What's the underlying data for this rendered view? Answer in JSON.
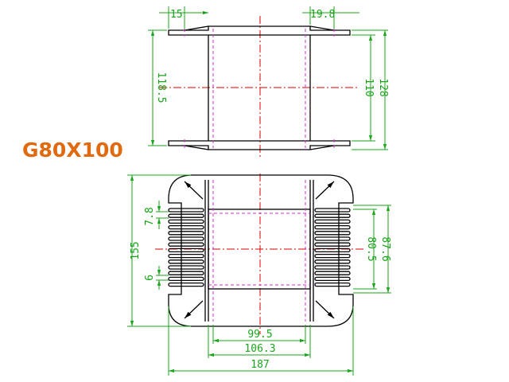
{
  "title": "G80X100",
  "dimensions": {
    "top_flange_width": "15",
    "top_flange_right": "19.8",
    "side_height_outer": "118.5",
    "right_height_inner": "110",
    "right_height_outer": "128",
    "fin_pitch": "7.8",
    "overall_height": "155",
    "fin_thickness": "6",
    "inner_height": "80.5",
    "outer_inner_height": "87.6",
    "window_width": "99.5",
    "body_width": "106.3",
    "overall_width": "187"
  },
  "colors": {
    "title": "#e06a10",
    "dimension": "#19a519",
    "outline": "#000000",
    "centerline": "#e00000",
    "hidden": "#cc33cc"
  }
}
